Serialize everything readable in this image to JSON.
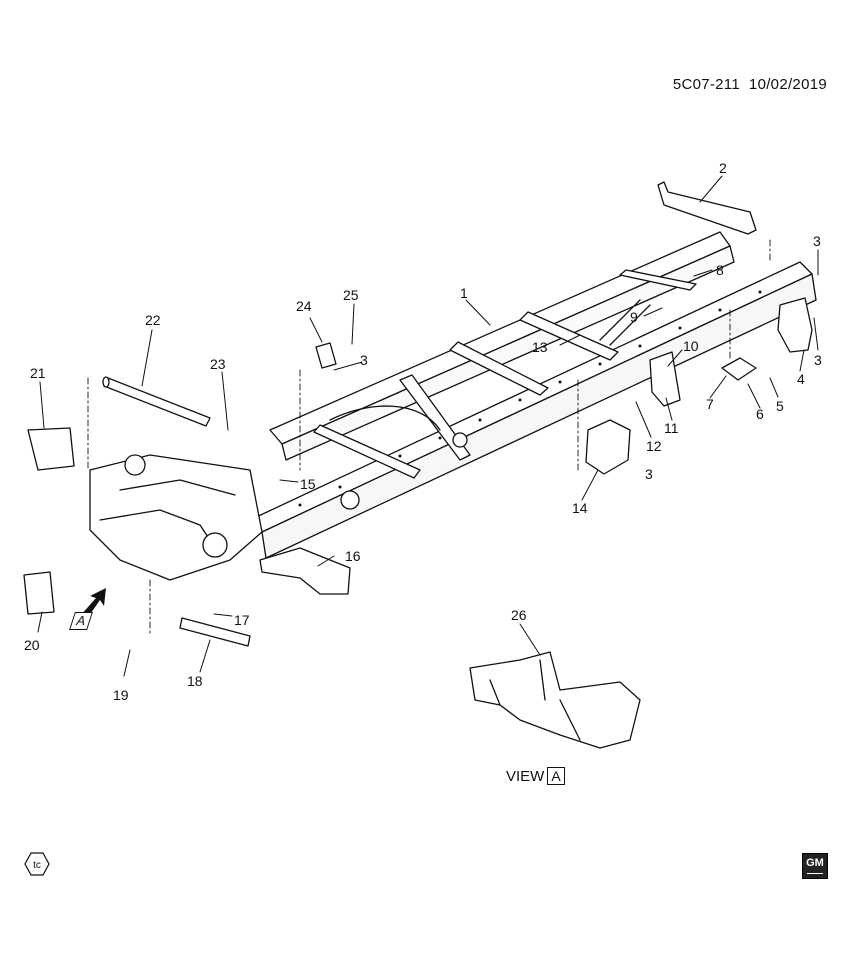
{
  "doc_id": "5C07-211",
  "doc_date": "10/02/2019",
  "view_label": "VIEW",
  "view_ref": "A",
  "arrow_ref": "A",
  "badges": {
    "tc": "tc",
    "gm": "GM"
  },
  "callouts": [
    {
      "id": "c1",
      "text": "1"
    },
    {
      "id": "c2",
      "text": "2"
    },
    {
      "id": "c3a",
      "text": "3"
    },
    {
      "id": "c3b",
      "text": "3"
    },
    {
      "id": "c3c",
      "text": "3"
    },
    {
      "id": "c3d",
      "text": "3"
    },
    {
      "id": "c4",
      "text": "4"
    },
    {
      "id": "c5",
      "text": "5"
    },
    {
      "id": "c6",
      "text": "6"
    },
    {
      "id": "c7",
      "text": "7"
    },
    {
      "id": "c8",
      "text": "8"
    },
    {
      "id": "c9",
      "text": "9"
    },
    {
      "id": "c10",
      "text": "10"
    },
    {
      "id": "c11",
      "text": "11"
    },
    {
      "id": "c12",
      "text": "12"
    },
    {
      "id": "c13",
      "text": "13"
    },
    {
      "id": "c14",
      "text": "14"
    },
    {
      "id": "c15",
      "text": "15"
    },
    {
      "id": "c16",
      "text": "16"
    },
    {
      "id": "c17",
      "text": "17"
    },
    {
      "id": "c18",
      "text": "18"
    },
    {
      "id": "c19",
      "text": "19"
    },
    {
      "id": "c20",
      "text": "20"
    },
    {
      "id": "c21",
      "text": "21"
    },
    {
      "id": "c22",
      "text": "22"
    },
    {
      "id": "c23",
      "text": "23"
    },
    {
      "id": "c24",
      "text": "24"
    },
    {
      "id": "c25",
      "text": "25"
    },
    {
      "id": "c26",
      "text": "26"
    }
  ]
}
